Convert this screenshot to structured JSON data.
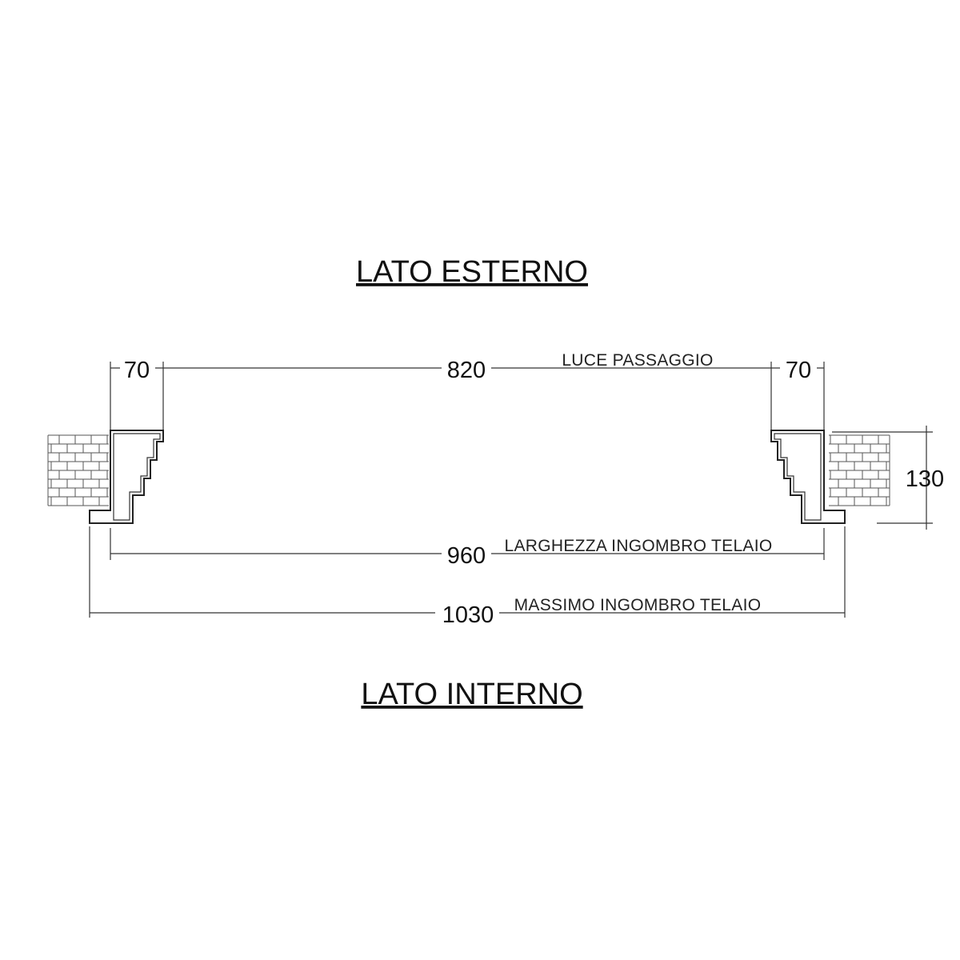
{
  "headings": {
    "top": "LATO ESTERNO",
    "bottom": "LATO INTERNO"
  },
  "dimensions": {
    "left_jamb": {
      "value": "70"
    },
    "clear_opening": {
      "value": "820",
      "label": "LUCE PASSAGGIO"
    },
    "right_jamb": {
      "value": "70"
    },
    "frame_depth": {
      "value": "130"
    },
    "frame_width": {
      "value": "960",
      "label": "LARGHEZZA INGOMBRO TELAIO"
    },
    "max_width": {
      "value": "1030",
      "label": "MASSIMO INGOMBRO TELAIO"
    }
  }
}
